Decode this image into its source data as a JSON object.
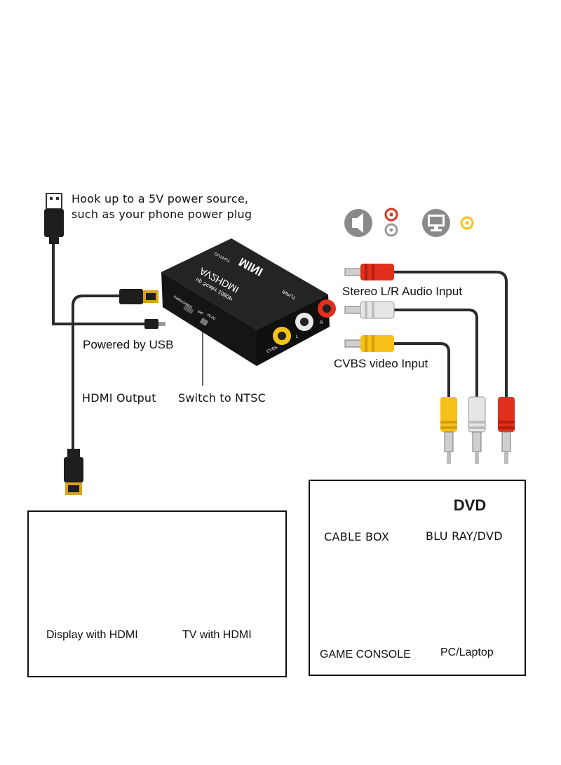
{
  "labels": {
    "power_note_line1": "Hook up to a 5V power source,",
    "power_note_line2": "such as your phone power plug",
    "powered_by_usb": "Powered by USB",
    "hdmi_output": "HDMI Output",
    "switch_ntsc": "Switch to NTSC",
    "stereo_input": "Stereo L/R Audio Input",
    "cvbs_input": "CVBS video Input"
  },
  "device": {
    "brand": "MINI",
    "model": "AV2HDMI",
    "subtitle": "up Scaler 1080P",
    "output_label": "OUTPUT",
    "input_label": "INPUT",
    "power_label": "USB/POWER",
    "pal_label": "PAL",
    "ntsc_label": "NTSC",
    "cvbs_label": "CVBS",
    "l_label": "L",
    "r_label": "R"
  },
  "displays": {
    "items": [
      {
        "label": "Display with HDMI",
        "icon": "monitor-icon"
      },
      {
        "label": "TV with HDMI",
        "icon": "tv-icon"
      }
    ]
  },
  "sources": {
    "dvd_logo": "DVD",
    "items": [
      {
        "label": "CABLE BOX",
        "icon": "cable-box-icon"
      },
      {
        "label": "BLU RAY/DVD",
        "icon": "dvd-player-icon"
      },
      {
        "label": "GAME CONSOLE",
        "icon": "game-console-icon"
      },
      {
        "label": "PC/Laptop",
        "icon": "pc-icon"
      }
    ]
  },
  "colors": {
    "cable": "#2b2b2b",
    "red_plug": "#e0301e",
    "white_plug": "#e6e6e6",
    "yellow_plug": "#f6c21a",
    "gold_tip": "#d9a21b",
    "device_body": "#1c1c1c",
    "icon_gray": "#8a8a8a"
  }
}
